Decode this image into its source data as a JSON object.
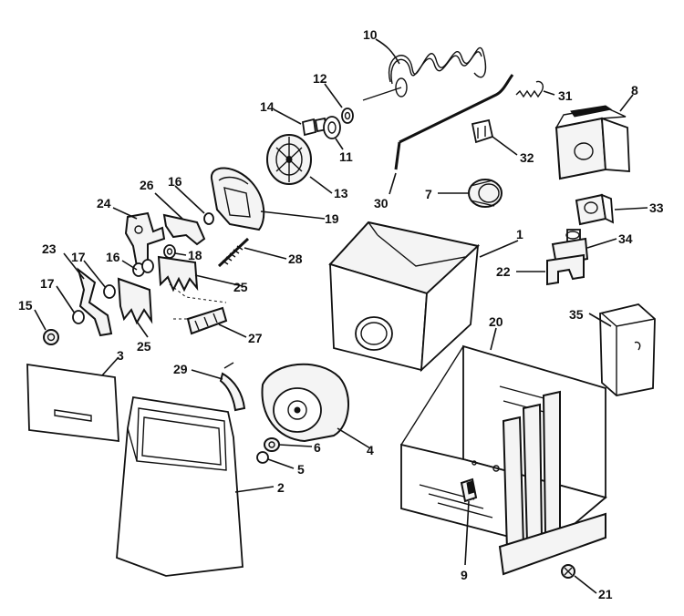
{
  "diagram": {
    "parts": [
      {
        "id": "1",
        "label": "1"
      },
      {
        "id": "2",
        "label": "2"
      },
      {
        "id": "3",
        "label": "3"
      },
      {
        "id": "4",
        "label": "4"
      },
      {
        "id": "5",
        "label": "5"
      },
      {
        "id": "6",
        "label": "6"
      },
      {
        "id": "7",
        "label": "7"
      },
      {
        "id": "8",
        "label": "8"
      },
      {
        "id": "9",
        "label": "9"
      },
      {
        "id": "10",
        "label": "10"
      },
      {
        "id": "11",
        "label": "11"
      },
      {
        "id": "12",
        "label": "12"
      },
      {
        "id": "13",
        "label": "13"
      },
      {
        "id": "14",
        "label": "14"
      },
      {
        "id": "15",
        "label": "15"
      },
      {
        "id": "16a",
        "label": "16"
      },
      {
        "id": "16b",
        "label": "16"
      },
      {
        "id": "17a",
        "label": "17"
      },
      {
        "id": "17b",
        "label": "17"
      },
      {
        "id": "18",
        "label": "18"
      },
      {
        "id": "19",
        "label": "19"
      },
      {
        "id": "20",
        "label": "20"
      },
      {
        "id": "21",
        "label": "21"
      },
      {
        "id": "22",
        "label": "22"
      },
      {
        "id": "23",
        "label": "23"
      },
      {
        "id": "24",
        "label": "24"
      },
      {
        "id": "25a",
        "label": "25"
      },
      {
        "id": "25b",
        "label": "25"
      },
      {
        "id": "26",
        "label": "26"
      },
      {
        "id": "27",
        "label": "27"
      },
      {
        "id": "28",
        "label": "28"
      },
      {
        "id": "29",
        "label": "29"
      },
      {
        "id": "30",
        "label": "30"
      },
      {
        "id": "31",
        "label": "31"
      },
      {
        "id": "32",
        "label": "32"
      },
      {
        "id": "33",
        "label": "33"
      },
      {
        "id": "34",
        "label": "34"
      },
      {
        "id": "35",
        "label": "35"
      }
    ]
  }
}
